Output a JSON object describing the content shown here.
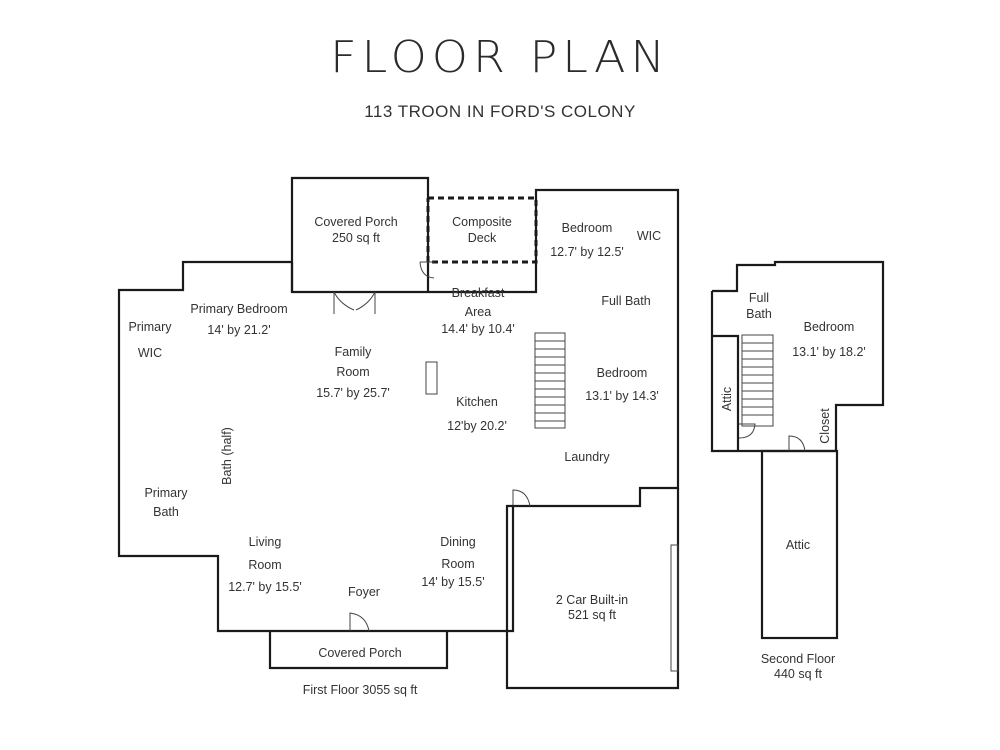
{
  "header": {
    "title": "FLOOR PLAN",
    "subtitle": "113 TROON IN FORD'S COLONY"
  },
  "first_floor": {
    "caption": "First Floor 3055 sq ft",
    "rooms": {
      "covered_porch_top": [
        "Covered Porch",
        "250 sq ft"
      ],
      "composite_deck": [
        "Composite",
        "Deck"
      ],
      "bedroom_top": [
        "Bedroom",
        "12.7' by 12.5'"
      ],
      "wic_right": "WIC",
      "breakfast": [
        "Breakfast",
        "Area",
        "14.4' by 10.4'"
      ],
      "full_bath": "Full Bath",
      "primary_bedroom": [
        "Primary Bedroom",
        "14' by 21.2'"
      ],
      "primary_wic": [
        "Primary",
        "WIC"
      ],
      "family_room": [
        "Family",
        "Room",
        "15.7' by 25.7'"
      ],
      "bedroom_mid": [
        "Bedroom",
        "13.1' by 14.3'"
      ],
      "kitchen": [
        "Kitchen",
        "12'by 20.2'"
      ],
      "bath_half": "Bath (half)",
      "laundry": "Laundry",
      "primary_bath": [
        "Primary",
        "Bath"
      ],
      "living_room": [
        "Living",
        "Room",
        "12.7' by 15.5'"
      ],
      "dining_room": [
        "Dining",
        "Room",
        "14' by 15.5'"
      ],
      "foyer": "Foyer",
      "garage": [
        "2 Car Built-in",
        "521 sq ft"
      ],
      "covered_porch_bottom": "Covered Porch"
    }
  },
  "second_floor": {
    "caption": [
      "Second Floor",
      "440 sq ft"
    ],
    "rooms": {
      "full_bath": [
        "Full",
        "Bath"
      ],
      "bedroom": [
        "Bedroom",
        "13.1' by 18.2'"
      ],
      "attic_left": "Attic",
      "closet": "Closet",
      "attic_bottom": "Attic"
    }
  }
}
